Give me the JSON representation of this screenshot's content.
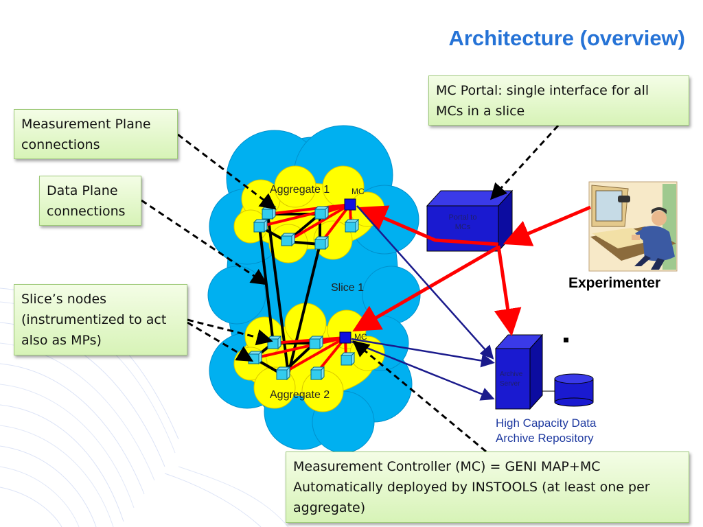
{
  "title": "Architecture (overview)",
  "callouts": {
    "measurement_plane": [
      "Measurement Plane",
      "connections"
    ],
    "data_plane": [
      "Data Plane",
      "connections"
    ],
    "slice_nodes": [
      "Slice’s nodes",
      "(instrumentized to act",
      "also as MPs)"
    ],
    "mc_portal": [
      "MC Portal: single interface for all",
      "MCs in a slice"
    ],
    "mc_definition": [
      "Measurement Controller (MC) = GENI MAP+MC",
      "Automatically deployed by INSTOOLS (at least one per",
      "aggregate)"
    ]
  },
  "diagram": {
    "aggregate_1_label": "Aggregate 1",
    "aggregate_2_label": "Aggregate 2",
    "slice_label": "Slice 1",
    "mc_label_1": "MC",
    "mc_label_2": "MC",
    "portal_box_text": [
      "Portal to",
      "MCs"
    ],
    "archive_server_text": [
      "Archive",
      "Server"
    ],
    "archive_repository_label": [
      "High Capacity Data",
      "Archive Repository"
    ],
    "experimenter_label": "Experimenter"
  },
  "colors": {
    "title": "#2673d6",
    "cloud_blue": "#00b0f0",
    "aggregate_yellow": "#ffff00",
    "node_cyan": "#33ccee",
    "mc_blue": "#1010e0",
    "red_link": "#ff0000",
    "navy_link": "#1a1a8c",
    "server_blue": "#1a1ad0",
    "callout_green": "#d7f3b7"
  }
}
